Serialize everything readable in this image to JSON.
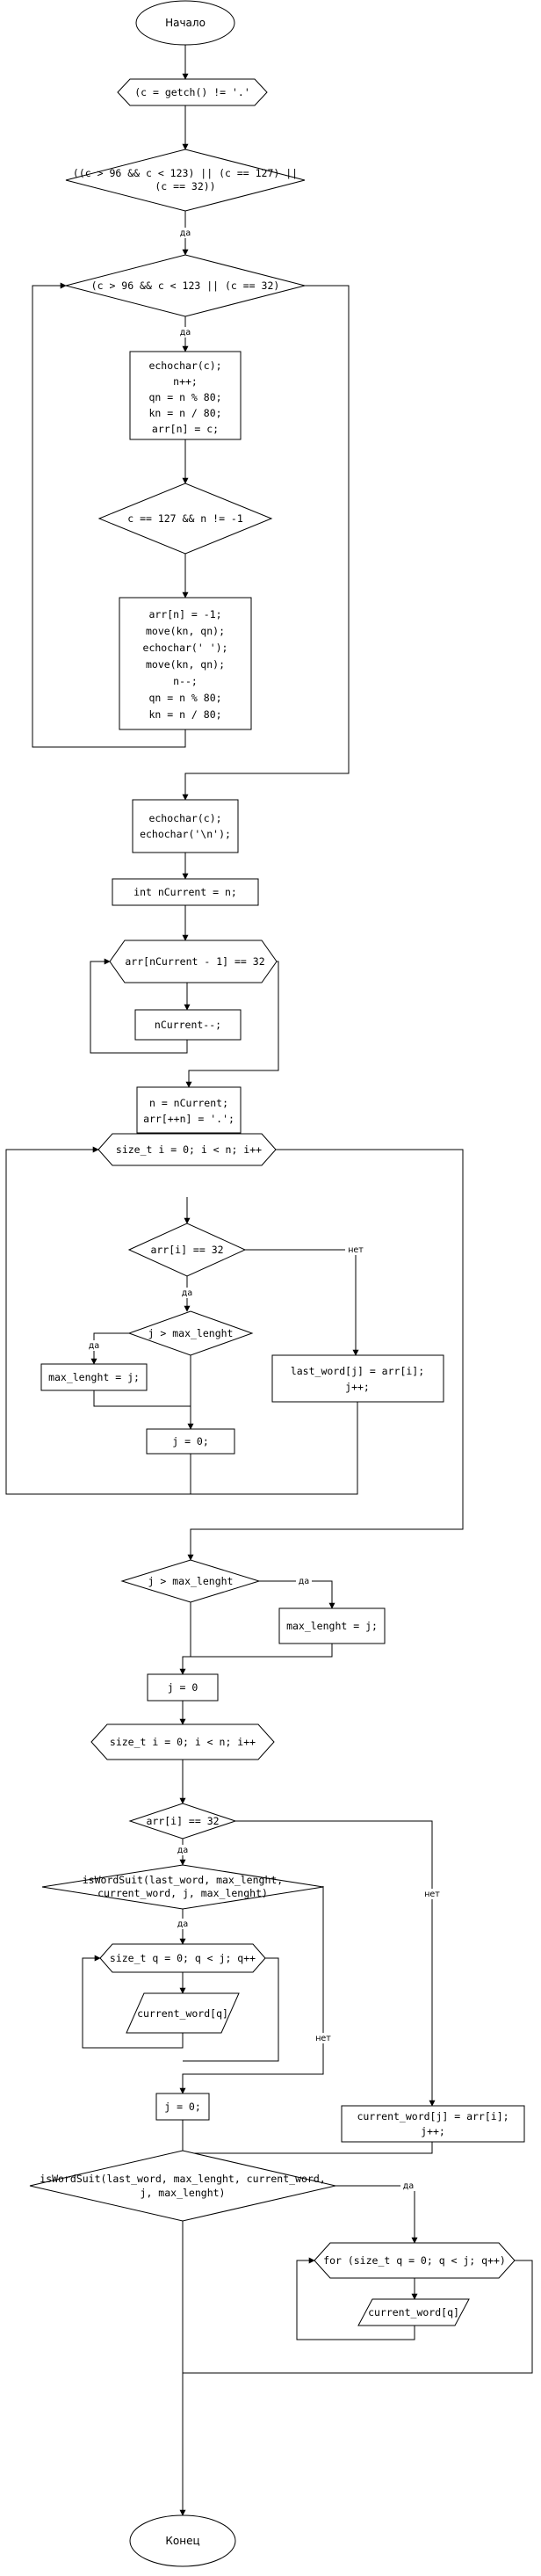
{
  "nodes": {
    "start": "Начало",
    "c_getch": "(c = getch() != '.'",
    "cond1": [
      "((c > 96 && c < 123) || (c == 127) ||",
      "(c == 32))"
    ],
    "while1": "(c > 96 && c < 123 || (c == 32)",
    "block1": [
      "echochar(c);",
      "n++;",
      "qn = n % 80;",
      "kn = n / 80;",
      "arr[n] = c;"
    ],
    "cond_del": "c == 127 && n != -1",
    "block_del": [
      "arr[n] = -1;",
      "move(kn, qn);",
      "echochar(' ');",
      "move(kn, qn);",
      "n--;",
      "qn = n % 80;",
      "kn = n / 80;"
    ],
    "echo_nl": [
      "echochar(c);",
      "echochar('\\n');"
    ],
    "ncurrent": "int nCurrent = n;",
    "while_space": "arr[nCurrent - 1] == 32",
    "ncur_dec": "nCurrent--;",
    "set_n": [
      "n = nCurrent;",
      "arr[++n] = '.';"
    ],
    "for_i": "size_t i = 0; i < n; i++",
    "cond_arr32": "arr[i] == 32",
    "cond_jmax": "j > max_lenght",
    "max_eq_j": "max_lenght = j;",
    "last_word": [
      "last_word[j] = arr[i];",
      "j++;"
    ],
    "j0a": "j = 0;",
    "cond_jmax2": "j > max_lenght",
    "max_eq_j2": "max_lenght = j;",
    "j0b": "j = 0",
    "for_i2": "size_t i = 0; i < n; i++",
    "cond_arr32b": "arr[i] == 32",
    "cond_suit1": [
      "isWordSuit(last_word, max_lenght,",
      "current_word, j, max_lenght)"
    ],
    "for_q1": "size_t q = 0; q < j; q++",
    "curw1": "current_word[q]",
    "j0c": "j = 0;",
    "cur_assign": [
      "current_word[j] = arr[i];",
      "j++;"
    ],
    "cond_suit2": [
      "isWordSuit(last_word, max_lenght, current_word,",
      "j, max_lenght)"
    ],
    "for_q2": "for (size_t q = 0; q < j; q++)",
    "curw2": "current_word[q]",
    "end": "Конец"
  },
  "labels": {
    "yes": "да",
    "no": "нет"
  }
}
